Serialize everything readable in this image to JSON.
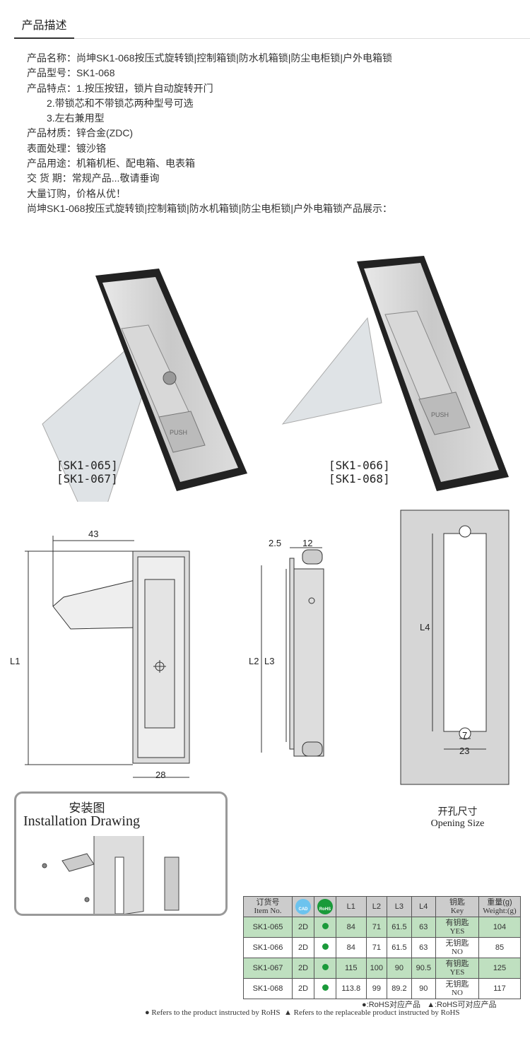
{
  "header": {
    "title": "产品描述"
  },
  "desc": {
    "name": "产品名称：尚坤SK1-068按压式旋转锁|控制箱锁|防水机箱锁|防尘电柜锁|户外电箱锁",
    "model": "产品型号：SK1-068",
    "feature1": "产品特点：1.按压按钮，锁片自动旋转开门",
    "feature2": "2.带锁芯和不带锁芯两种型号可选",
    "feature3": "3.左右兼用型",
    "material": "产品材质：锌合金(ZDC)",
    "surface": "表面处理：镀沙铬",
    "usage": "产品用途：机箱机柜、配电箱、电表箱",
    "delivery": "交 货 期：常规产品...敬请垂询",
    "bulk": "大量订购，价格从优！",
    "showcase": "尚坤SK1-068按压式旋转锁|控制箱锁|防水机箱锁|防尘电柜锁|户外电箱锁产品展示："
  },
  "photos": [
    {
      "label1": "[SK1-065]",
      "label2": "[SK1-067]",
      "button": "PUSH"
    },
    {
      "label1": "[SK1-066]",
      "label2": "[SK1-068]",
      "button": "PUSH"
    }
  ],
  "drawing": {
    "d43": "43",
    "d28": "28",
    "l1": "L1",
    "d25": "2.5",
    "d12": "12",
    "l2": "L2",
    "l3": "L3",
    "l4": "L4",
    "d7": "7",
    "d23": "23",
    "opening_cn": "开孔尺寸",
    "opening_en": "Opening Size"
  },
  "install": {
    "title_cn": "安装图",
    "title_en": "Installation Drawing"
  },
  "table": {
    "headers": {
      "item_cn": "订货号",
      "item_en": "Item No.",
      "cad": "CAD",
      "rohs": "RoHS",
      "l1": "L1",
      "l2": "L2",
      "l3": "L3",
      "l4": "L4",
      "key_cn": "钥匙",
      "key_en": "Key",
      "weight_cn": "重量(g)",
      "weight_en": "Weight:(g)"
    },
    "rows": [
      {
        "item": "SK1-065",
        "cad": "2D",
        "l1": "84",
        "l2": "71",
        "l3": "61.5",
        "l4": "63",
        "key_cn": "有钥匙",
        "key_en": "YES",
        "weight": "104"
      },
      {
        "item": "SK1-066",
        "cad": "2D",
        "l1": "84",
        "l2": "71",
        "l3": "61.5",
        "l4": "63",
        "key_cn": "无钥匙",
        "key_en": "NO",
        "weight": "85"
      },
      {
        "item": "SK1-067",
        "cad": "2D",
        "l1": "115",
        "l2": "100",
        "l3": "90",
        "l4": "90.5",
        "key_cn": "有钥匙",
        "key_en": "YES",
        "weight": "125"
      },
      {
        "item": "SK1-068",
        "cad": "2D",
        "l1": "113.8",
        "l2": "99",
        "l3": "89.2",
        "l4": "90",
        "key_cn": "无钥匙",
        "key_en": "NO",
        "weight": "117"
      }
    ]
  },
  "notes": {
    "cn1": "●:RoHS对应产品",
    "cn2": "▲:RoHS可对应产品",
    "en1": "● Refers to the product instructed by RoHS",
    "en2": "▲ Refers to the replaceable product instructed by RoHS"
  },
  "colors": {
    "green_row": "#bfe0c0",
    "rohs_green": "#1a9a3a",
    "cad_blue": "#6cc3ee"
  }
}
